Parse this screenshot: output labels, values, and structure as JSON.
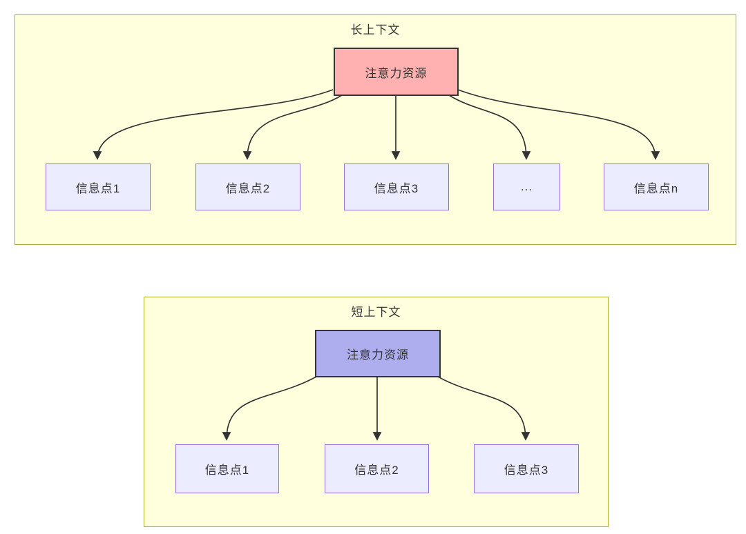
{
  "diagram": {
    "type": "flowchart",
    "groups": [
      {
        "title": "长上下文",
        "root": {
          "label": "注意力资源",
          "fill": "#ffb1b1"
        },
        "children": [
          {
            "label": "信息点1"
          },
          {
            "label": "信息点2"
          },
          {
            "label": "信息点3"
          },
          {
            "label": "..."
          },
          {
            "label": "信息点n"
          }
        ]
      },
      {
        "title": "短上下文",
        "root": {
          "label": "注意力资源",
          "fill": "#aeaeef"
        },
        "children": [
          {
            "label": "信息点1"
          },
          {
            "label": "信息点2"
          },
          {
            "label": "信息点3"
          }
        ]
      }
    ],
    "colors": {
      "group_fill": "#ffffde",
      "group_border": "#aaaa33",
      "child_node_fill": "#ececff",
      "child_node_border": "#9370db",
      "root_node_border": "#333333",
      "edge": "#333333",
      "text": "#333333",
      "page_background": "#ffffff"
    }
  }
}
